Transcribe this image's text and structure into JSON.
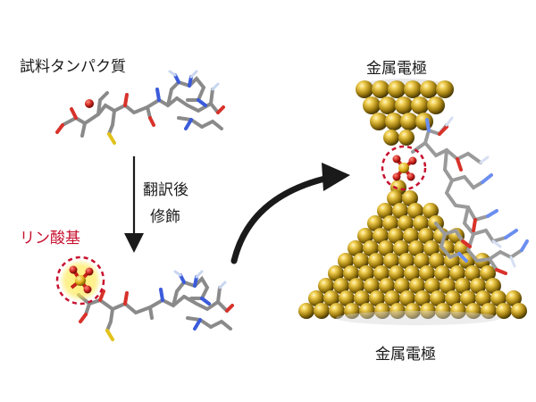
{
  "labels": {
    "sample_protein": "試料タンパク質",
    "ptm_line1": "翻訳後",
    "ptm_line2": "修飾",
    "phosphate_group": "リン酸基",
    "electrode_top": "金属電極",
    "electrode_bottom": "金属電極"
  },
  "colors": {
    "accent_red": "#c8102e",
    "gold": "#c9a227",
    "arrow": "#1a1a1a"
  }
}
